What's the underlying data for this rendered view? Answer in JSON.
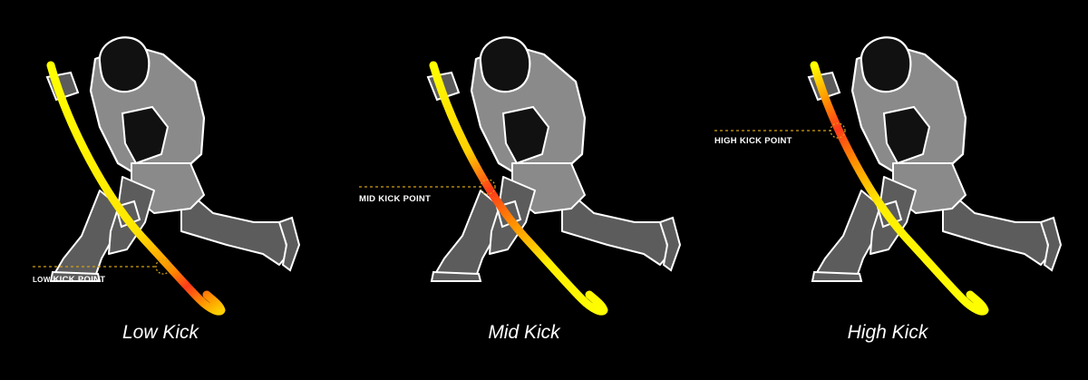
{
  "panels": [
    {
      "caption": "Low Kick",
      "kick_label_prefix": "LOW",
      "kick_label_main": "KICK POINT"
    },
    {
      "caption": "Mid Kick",
      "kick_label_prefix": "",
      "kick_label_main": "MID KICK POINT"
    },
    {
      "caption": "High Kick",
      "kick_label_prefix": "",
      "kick_label_main": "HIGH KICK POINT"
    }
  ],
  "colors": {
    "background": "#000000",
    "player_fill": "#8a8a8a",
    "player_dark": "#5c5c5c",
    "outline": "#ffffff",
    "stick_base": "#ffff00",
    "kick_hot": "#ff3a1a",
    "kick_warm": "#ff8c00",
    "guide_line": "#d4a017"
  }
}
